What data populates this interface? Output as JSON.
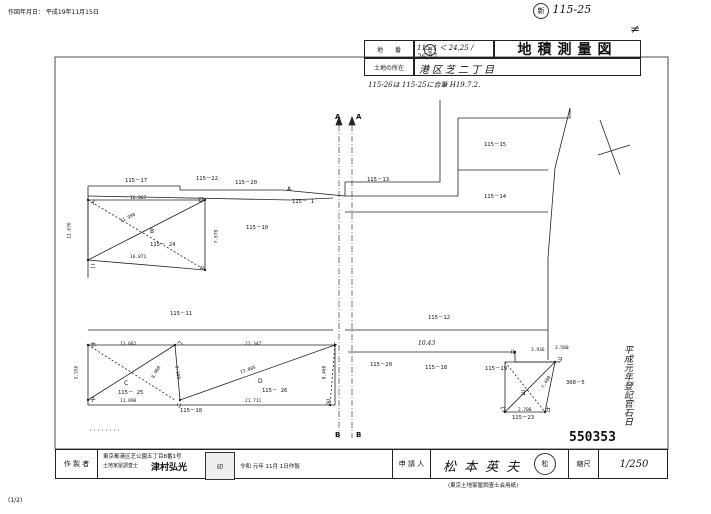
{
  "header": {
    "print_date": "作図年月日： 平成19年11月15日",
    "page": "(1/2)"
  },
  "title_block": {
    "handwritten_top": "115-25",
    "lot_label": "地　　番",
    "lot_value": "115-1 ＜ 24,25 / 26,27",
    "location_label": "土地の所在",
    "location_value": "港区芝二丁目",
    "title": "地積測量図",
    "handnote": "115-26は 115-25に合筆 H19.7.2."
  },
  "annotations": {
    "axis_top_left": "A",
    "axis_top_right": "A",
    "axis_bottom_left": "B",
    "axis_bottom_right": "B",
    "doc_number": "550353",
    "vertical_stamp": "平成元年登記官石日"
  },
  "parcels": {
    "p115_17": "115－17",
    "p115_22": "115－22",
    "p115_20": "115－20",
    "p115_1": "115－ 1",
    "p115_13": "115－13",
    "p115_15": "115－15",
    "p115_14": "115－14",
    "p115_24": "115－ 24",
    "p115_10a": "115－10",
    "p115_11": "115－11",
    "p115_12": "115－12",
    "p115_25": "115－ 25",
    "p115_26": "115－ 26",
    "p115_10b": "115－10",
    "p115_20b": "115－20",
    "p115_18": "115－18",
    "p115_19": "115－19",
    "p308_5": "308－5",
    "p115_23": "115－23"
  },
  "points": {
    "i": "イ",
    "ro": "ロ",
    "ha": "ハ",
    "ni": "ニ",
    "ho": "ホ",
    "he": "ヘ",
    "to": "ト",
    "chi": "チ",
    "ri": "リ",
    "nu": "ヌ",
    "ru": "ル",
    "wo": "ヲ",
    "wa": "ワ",
    "ka": "カ",
    "yo": "ヨ",
    "B": "B",
    "C": "C",
    "D": "D",
    "Aa": "A"
  },
  "dimensions": {
    "d1": "16.067",
    "d2": "11.990",
    "d3": "11.676",
    "d4": "16.871",
    "d5": "11.662",
    "d6": "21.347",
    "d7": "23.005",
    "d8": "11.890",
    "d9": "21.711",
    "d10": "5.556",
    "d11": "7.679",
    "d12": "3.936",
    "d13": "2.700",
    "d14": "8.968",
    "d15": "9.109",
    "d16": "10.43",
    "d17": "7.480",
    "d18": "3.500",
    "d19": "9.460"
  },
  "footer": {
    "maker_label": "作 製 者",
    "maker_address": "東京都港区芝公園五丁目8番1号",
    "maker_role": "土地家屋調査士",
    "maker_name": "津村弘光",
    "maker_date": "令和 元年 11月 1日作製",
    "applicant_label": "申 請 人",
    "applicant_name": "松 本 英 夫",
    "scale_label": "縮尺",
    "scale_value": "1/250",
    "association": "(東京土地家屋調査士会用紙)"
  }
}
